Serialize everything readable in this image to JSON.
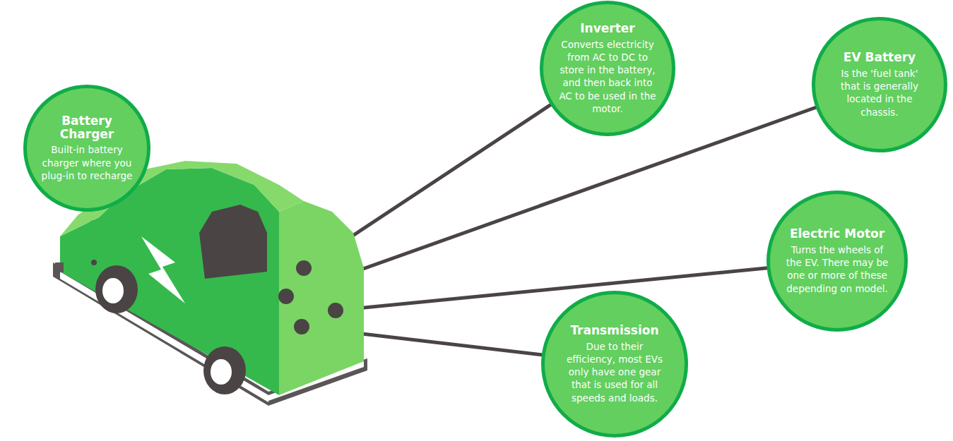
{
  "diagram": {
    "nodes": [
      {
        "text": [
          "Battery Charger",
          "Built-in battery charger where you plug-in to recharge"
        ]
      },
      {
        "text": [
          "Inverter",
          "Converts electricity from AC to DC to store in the battery, and then back into AC to be used in the motor."
        ]
      },
      {
        "text": [
          "EV Battery",
          "Is the 'fuel tank' that is generally located in the chassis."
        ]
      },
      {
        "text": [
          "Electric Motor",
          "Turns the wheels of the EV. There may be one or more of these depending on model."
        ]
      },
      {
        "text": [
          "Transmission",
          "Due to their efficiency, most EVs only have one gear that is used for all speeds and loads."
        ]
      }
    ]
  }
}
